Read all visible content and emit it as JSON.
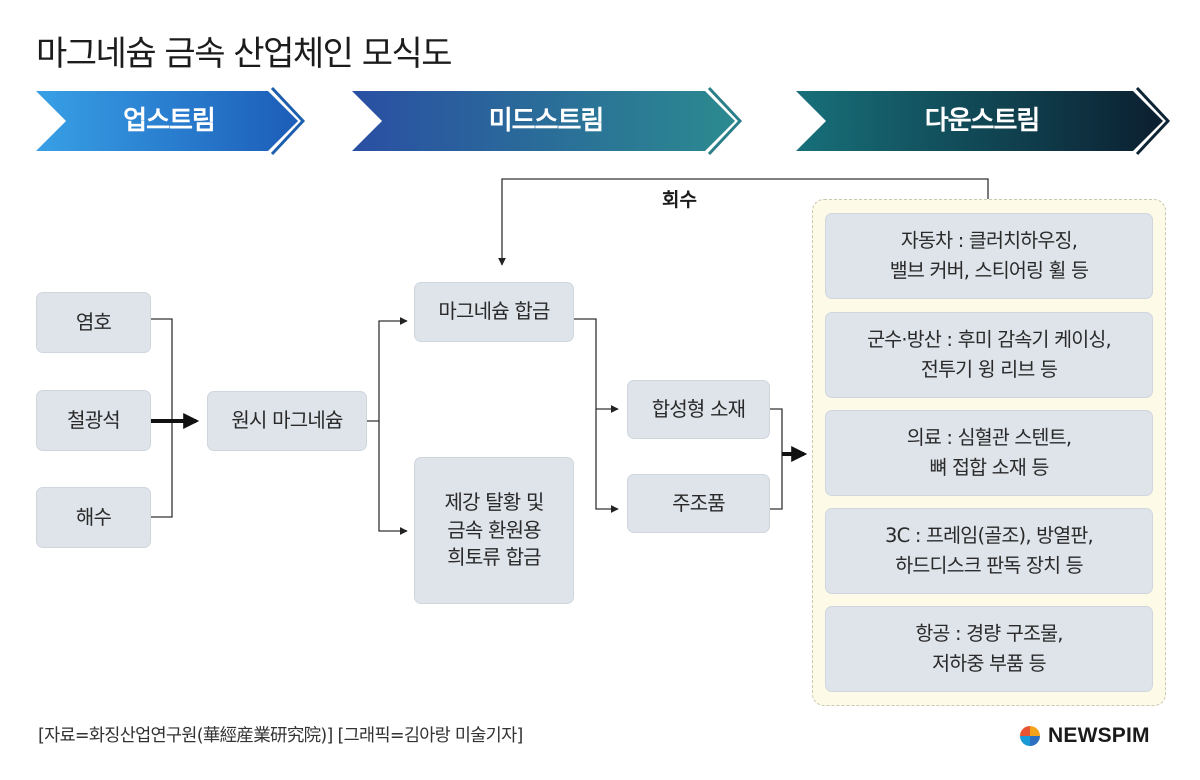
{
  "title": "마그네슘 금속 산업체인 모식도",
  "stages": [
    {
      "label": "업스트림",
      "color": "#2a7dcc"
    },
    {
      "label": "미드스트림",
      "color": "#2c5ba6"
    },
    {
      "label": "다운스트림",
      "color": "#0f4a55"
    }
  ],
  "upstream": [
    "염호",
    "철광석",
    "해수"
  ],
  "primary": "원시 마그네슘",
  "midstream": {
    "alloy": "마그네슘 합금",
    "other": [
      "제강 탈황 및",
      "금속 환원용",
      "희토류 합금"
    ],
    "synthetic": "합성형 소재",
    "casting": "주조품"
  },
  "recycle_label": "회수",
  "downstream": [
    [
      "자동차 : 클러치하우징,",
      "밸브 커버, 스티어링 휠 등"
    ],
    [
      "군수·방산 : 후미 감속기 케이싱,",
      "전투기 윙 리브 등"
    ],
    [
      "의료 : 심혈관 스텐트,",
      "뼈 접합 소재 등"
    ],
    [
      "3C : 프레임(골조), 방열판,",
      "하드디스크 판독 장치 등"
    ],
    [
      "항공 : 경량 구조물,",
      "저하중 부품 등"
    ]
  ],
  "source": "[자료=화징산업연구원(華經産業研究院)] [그래픽=김아랑 미술기자]",
  "brand": "NEWSPIM"
}
